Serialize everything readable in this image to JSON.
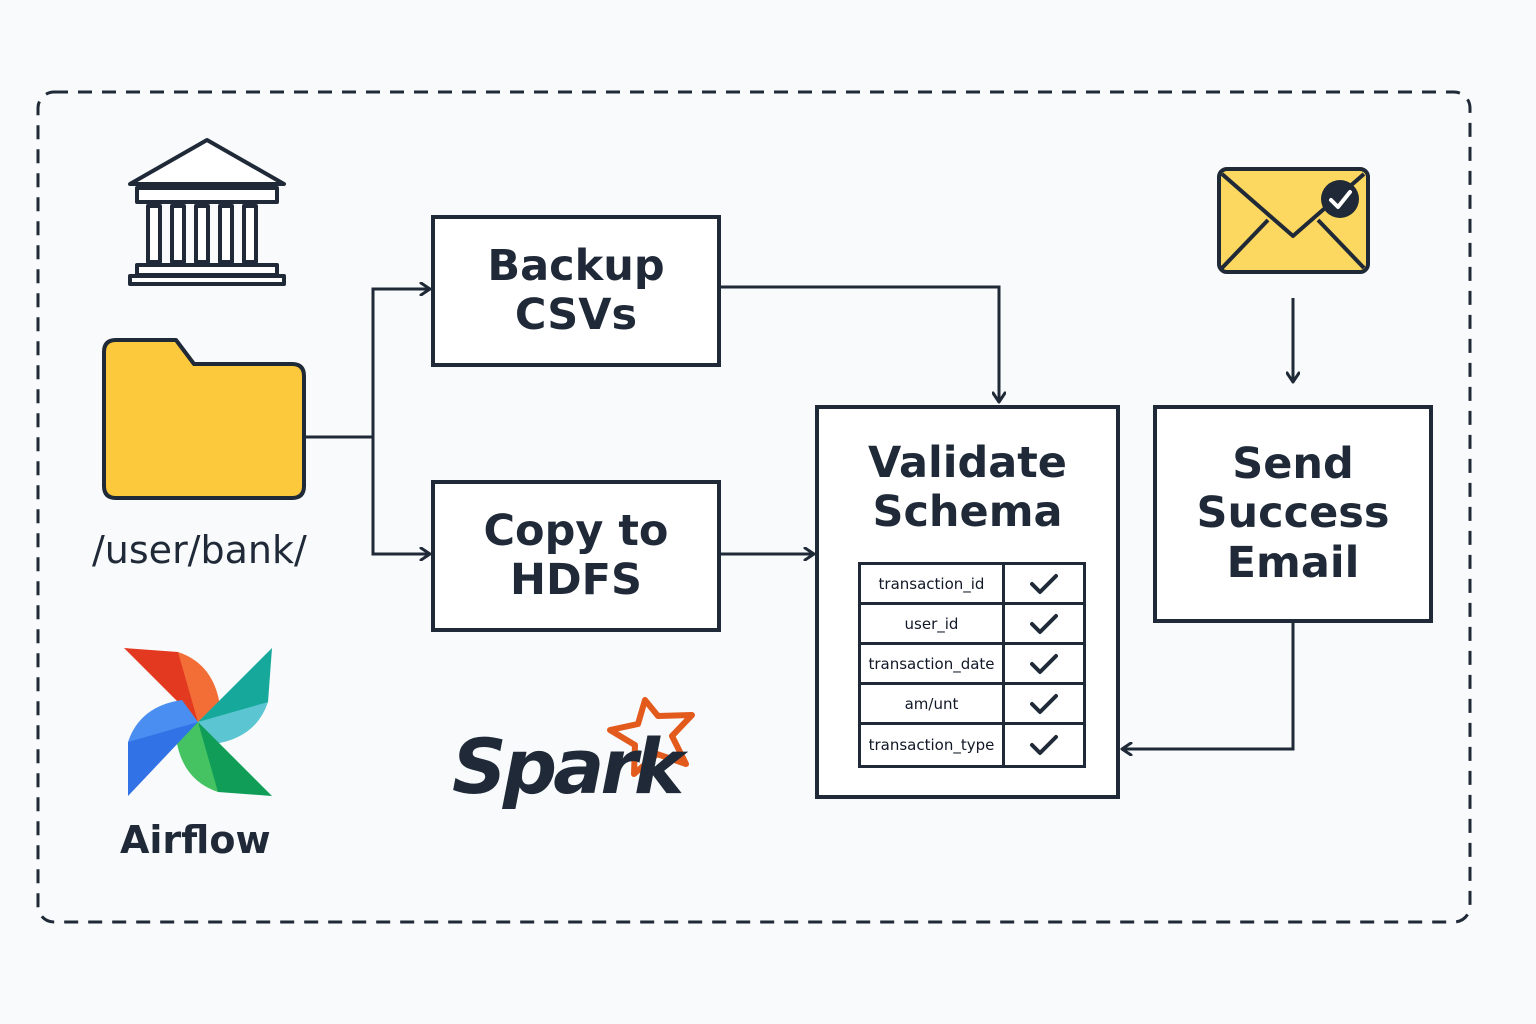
{
  "source": {
    "path_label": "/user/bank/"
  },
  "tasks": {
    "backup": {
      "line1": "Backup",
      "line2": "CSVs"
    },
    "copy": {
      "line1": "Copy to",
      "line2": "HDFS"
    },
    "validate": {
      "line1": "Validate",
      "line2": "Schema"
    },
    "email": {
      "line1": "Send",
      "line2": "Success",
      "line3": "Email"
    }
  },
  "schema": {
    "fields": [
      "transaction_id",
      "user_id",
      "transaction_date",
      "am/unt",
      "transaction_type"
    ]
  },
  "logos": {
    "airflow": "Airflow",
    "spark": "Spark"
  },
  "icons": [
    "bank-icon",
    "folder-icon",
    "envelope-check-icon",
    "checkmark-icon",
    "airflow-pinwheel-icon",
    "spark-star-icon"
  ],
  "colors": {
    "stroke": "#1f2937",
    "folder": "#fcc93c",
    "envelope": "#fcd860",
    "spark_star": "#e25a1c"
  }
}
